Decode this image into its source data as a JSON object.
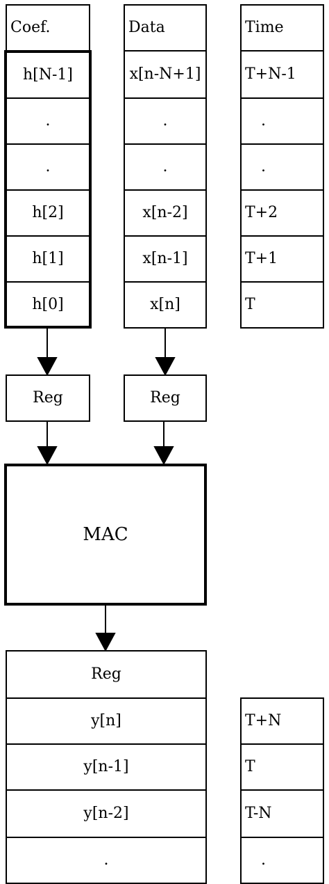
{
  "coef": {
    "header": "Coef.",
    "cells": [
      "h[N-1]",
      ".",
      ".",
      "h[2]",
      "h[1]",
      "h[0]"
    ]
  },
  "data": {
    "header": "Data",
    "cells": [
      "x[n-N+1]",
      ".",
      ".",
      "x[n-2]",
      "x[n-1]",
      "x[n]"
    ]
  },
  "time": {
    "header": "Time",
    "cells": [
      "T+N-1",
      ".",
      ".",
      "T+2",
      "T+1",
      "T"
    ]
  },
  "coef_reg": "Reg",
  "data_reg": "Reg",
  "mac": "MAC",
  "output": {
    "header": "Reg",
    "cells": [
      "y[n]",
      "y[n-1]",
      "y[n-2]",
      "."
    ]
  },
  "output_time": {
    "cells": [
      "T+N",
      "T",
      "T-N",
      "."
    ]
  }
}
